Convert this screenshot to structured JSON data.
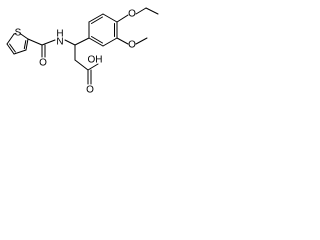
{
  "molecule": {
    "atoms": {
      "sulfur": "S",
      "amide_nitrogen": "H",
      "amide_n_label": "N",
      "amide_oxygen": "O",
      "ethoxy_oxygen": "O",
      "methoxy_oxygen": "O",
      "acid_hydroxyl": "OH",
      "acid_carbonyl_oxygen": "O"
    },
    "colors": {
      "bond": "#000000",
      "label": "#000000",
      "background": "#ffffff"
    }
  }
}
